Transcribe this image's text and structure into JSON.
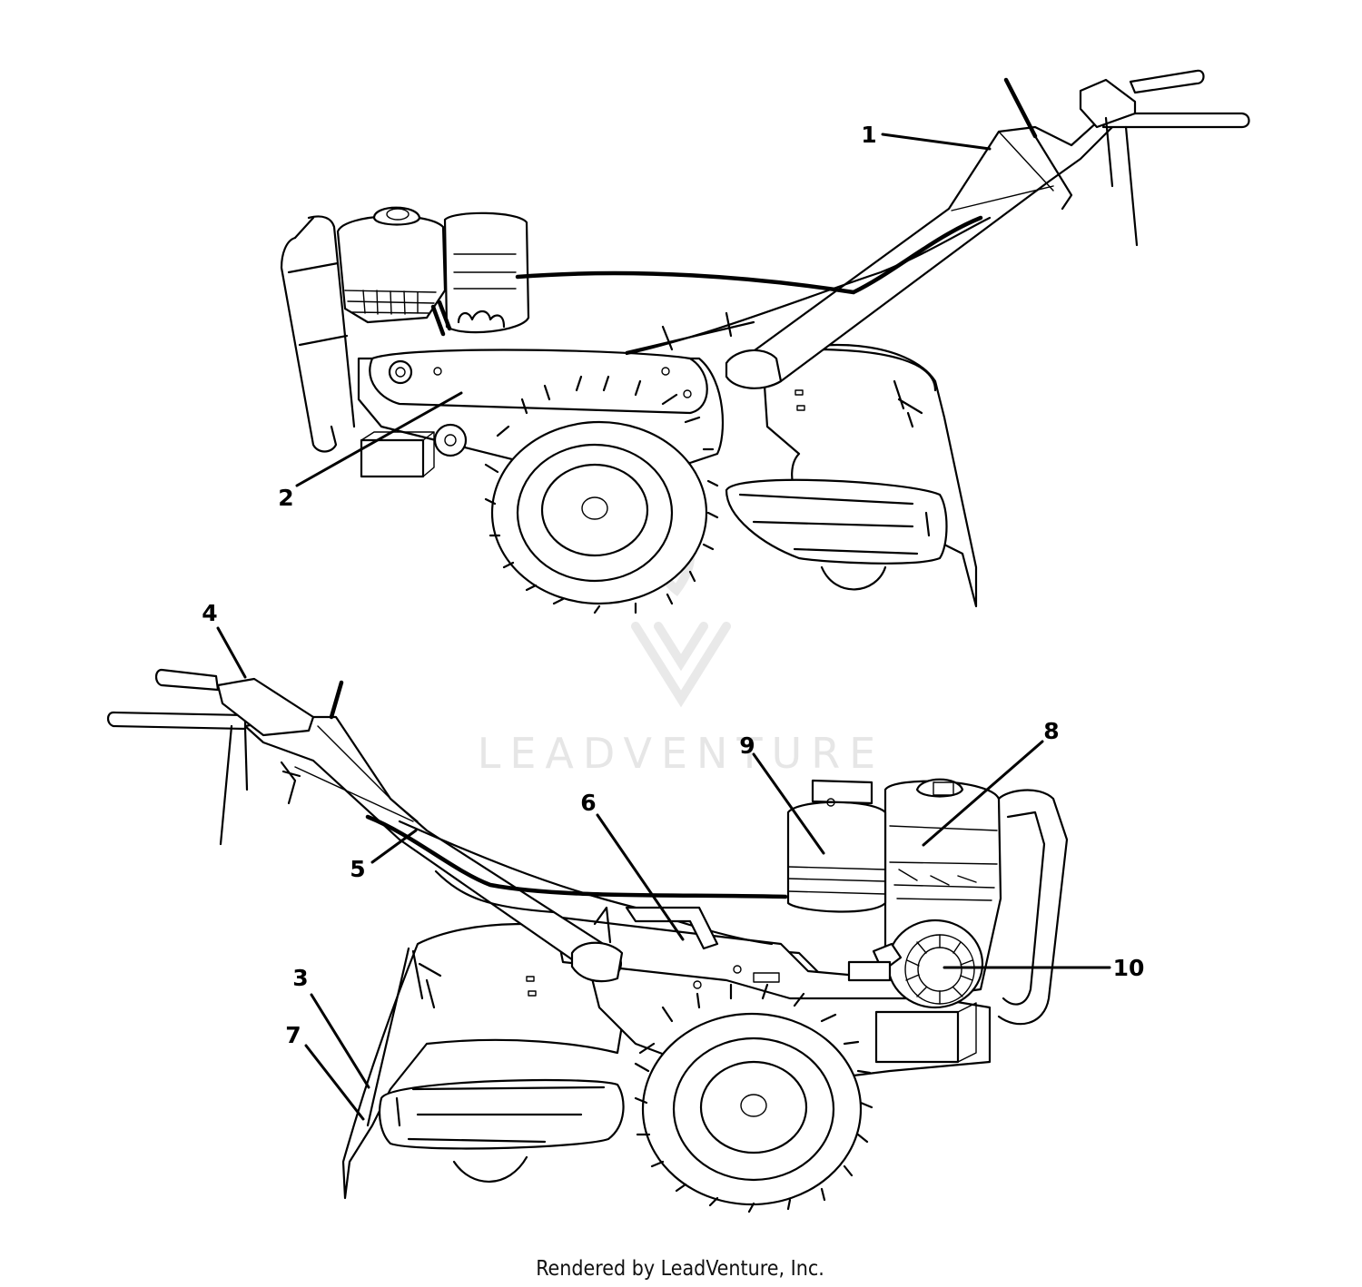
{
  "watermark": {
    "text": "LEADVENTURE"
  },
  "footer": {
    "text": "Rendered by LeadVenture, Inc."
  },
  "callouts": [
    {
      "id": "1",
      "label": "1"
    },
    {
      "id": "2",
      "label": "2"
    },
    {
      "id": "3",
      "label": "3"
    },
    {
      "id": "4",
      "label": "4"
    },
    {
      "id": "5",
      "label": "5"
    },
    {
      "id": "6",
      "label": "6"
    },
    {
      "id": "7",
      "label": "7"
    },
    {
      "id": "8",
      "label": "8"
    },
    {
      "id": "9",
      "label": "9"
    },
    {
      "id": "10",
      "label": "10"
    }
  ]
}
